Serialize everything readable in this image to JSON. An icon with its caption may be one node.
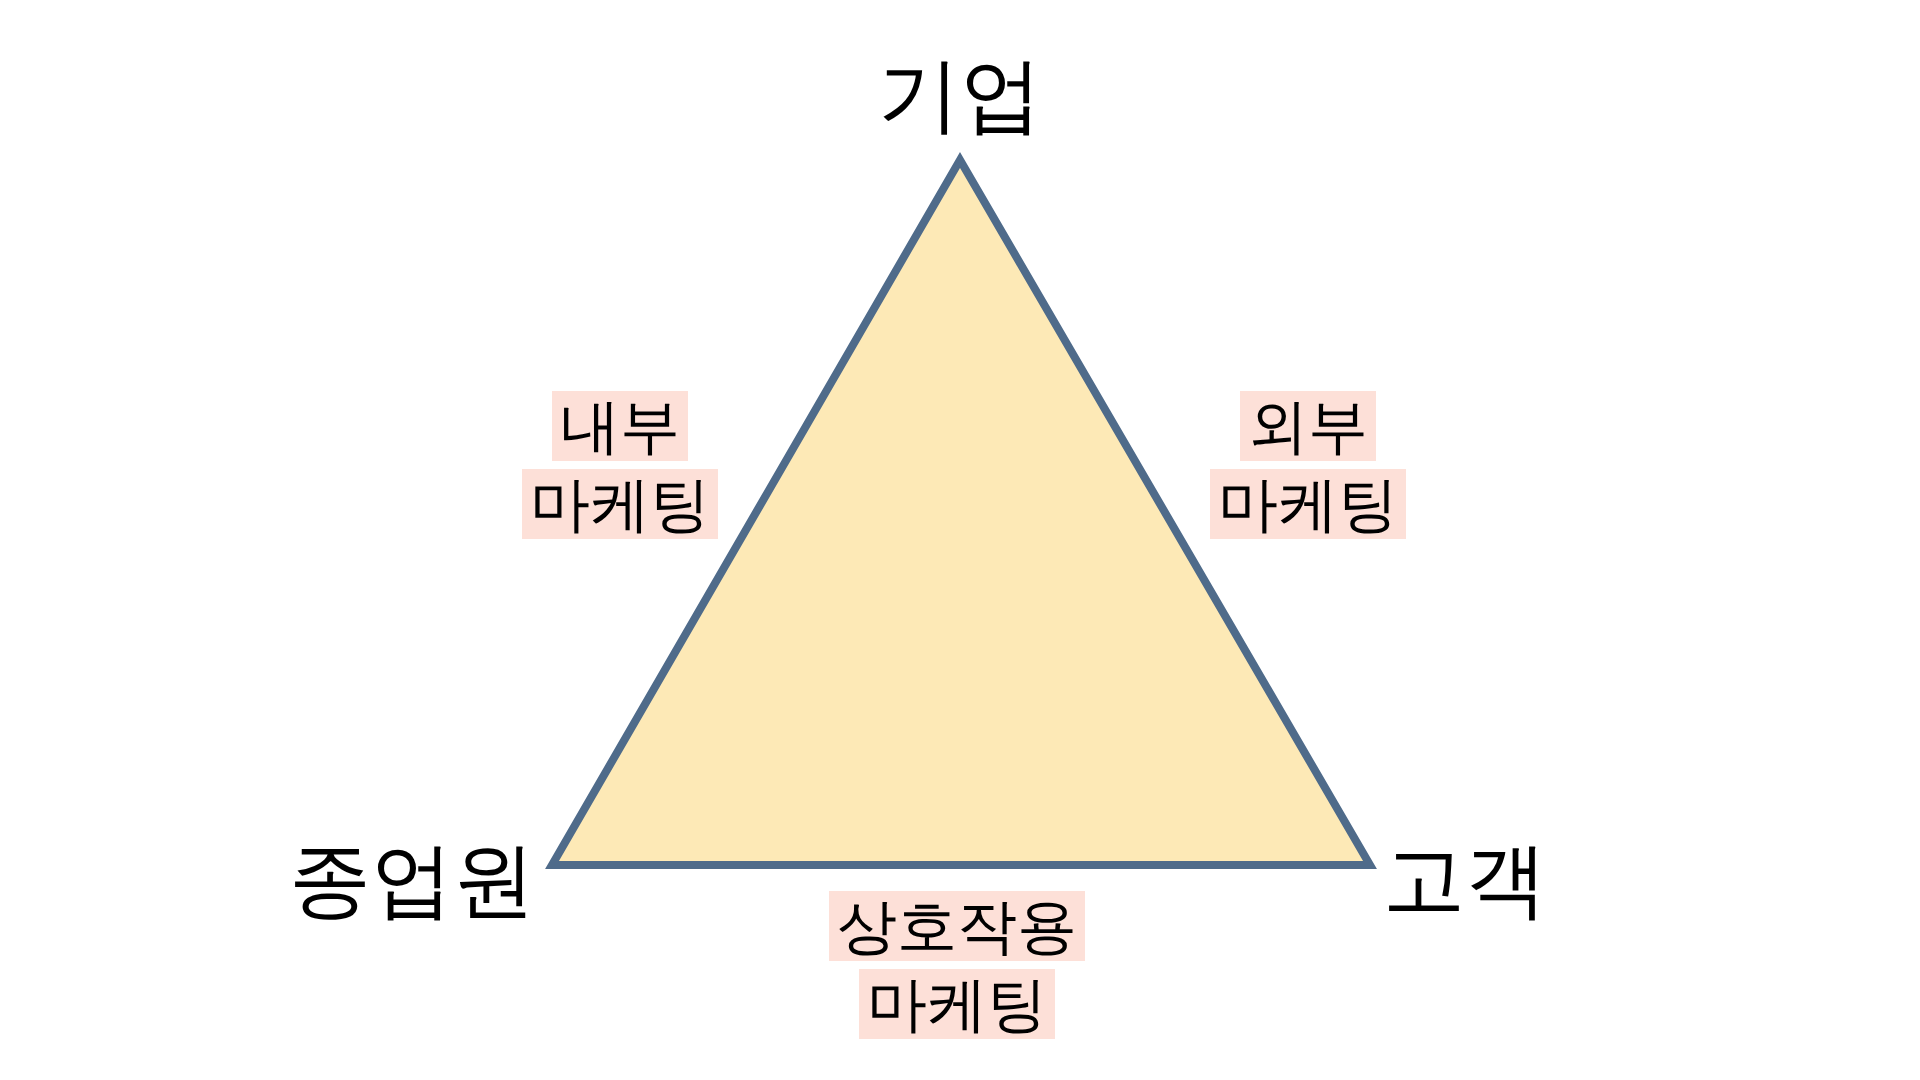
{
  "diagram": {
    "labels": [
      "기업",
      "내부 마케팅",
      "외부 마케팅",
      "종업원",
      "고객",
      "상호작용 마케팅"
    ]
  }
}
